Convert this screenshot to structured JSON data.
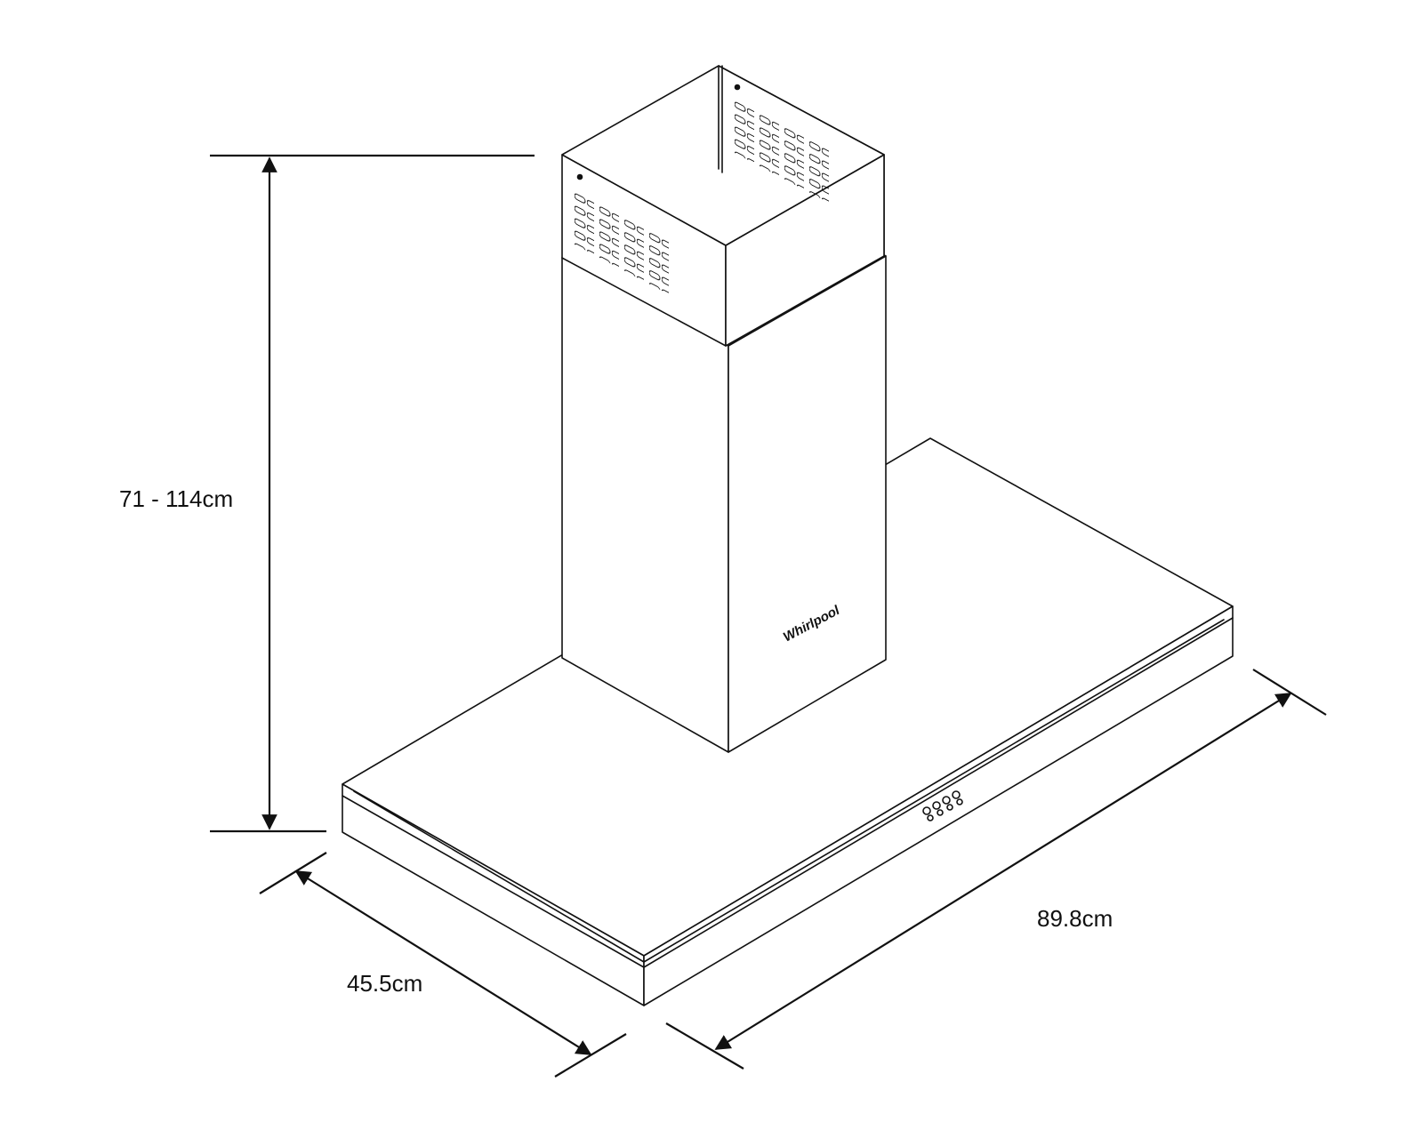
{
  "dimensions": {
    "height": "71 - 114cm",
    "depth": "45.5cm",
    "width": "89.8cm"
  },
  "brand_logo_text": "Whirlpool",
  "colors": {
    "line": "#111111",
    "background": "#ffffff"
  },
  "icons": {
    "control_buttons": "control-buttons-icon",
    "arrowhead": "arrowhead-icon"
  }
}
